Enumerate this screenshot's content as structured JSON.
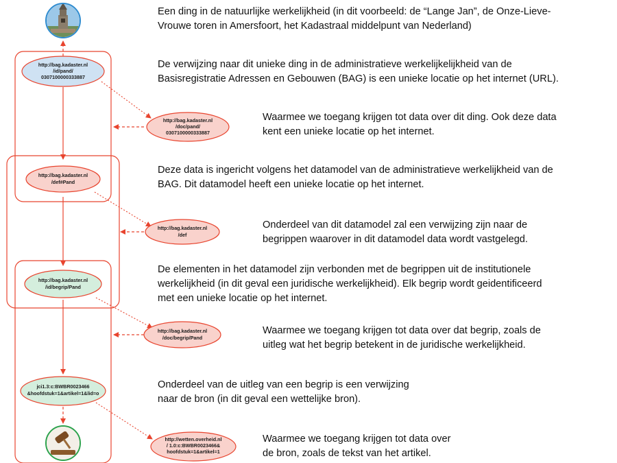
{
  "colors": {
    "line": "#e8442e",
    "node_blue": "#cfe2f3",
    "node_pink": "#f9d2cc",
    "node_green": "#d4eedd",
    "icon_top_ring": "#2e8bcf",
    "icon_bottom_ring": "#2ca24c"
  },
  "icons": {
    "top": "church-tower-icon",
    "bottom": "gavel-icon"
  },
  "nodes": {
    "id_pand": [
      "http://bag.kadaster.nl",
      "/id/pand/",
      "0307100000333887"
    ],
    "doc_pand": [
      "http://bag.kadaster.nl",
      "/doc/pand/",
      "0307100000333887"
    ],
    "def_pand": [
      "http://bag.kadaster.nl",
      "/def#Pand"
    ],
    "def": [
      "http://bag.kadaster.nl",
      "/def"
    ],
    "id_begrip_pand": [
      "http://bag.kadaster.nl",
      "/id/begrip/Pand"
    ],
    "doc_begrip_pand": [
      "http://bag.kadaster.nl",
      "/doc/begrip/Pand"
    ],
    "jci": [
      "jci1.3:c:BWBR0023466",
      "&hoofdstuk=1&artikel=1&lid=o"
    ],
    "wetten": [
      "http://wetten.overheid.nl",
      "/ 1.0:c:BWBR0023466&",
      "hoofdstuk=1&artikel=1"
    ]
  },
  "descriptions": [
    [
      "Een ding in de natuurlijke werkelijkheid (in dit voorbeeld: de “Lange Jan”, de Onze-Lieve-",
      "Vrouwe toren in Amersfoort, het Kadastraal middelpunt van Nederland)"
    ],
    [
      "De verwijzing naar dit unieke ding in de administratieve werkelijkelijkheid van de",
      "Basisregistratie Adressen en Gebouwen (BAG) is een unieke locatie op het internet (URL)."
    ],
    [
      "Waarmee we toegang krijgen tot data over dit ding. Ook deze data",
      "kent een unieke locatie op het internet."
    ],
    [
      "Deze data is ingericht volgens het datamodel van de administratieve werkelijkheid van de",
      "BAG. Dit datamodel heeft een unieke locatie op het internet."
    ],
    [
      "Onderdeel van dit datamodel zal een verwijzing zijn naar de",
      "begrippen waarover in dit datamodel data wordt vastgelegd."
    ],
    [
      "De elementen in het datamodel zijn verbonden met de begrippen uit de institutionele",
      "werkelijkheid (in dit geval een juridische werkelijkheid). Elk begrip wordt geidentificeerd",
      "met een unieke locatie op het internet."
    ],
    [
      "Waarmee we toegang krijgen tot data over dat begrip, zoals de",
      "uitleg wat het begrip betekent in de juridische werkelijkheid."
    ],
    [
      "Onderdeel van de uitleg van een begrip is een verwijzing",
      "naar de bron (in dit geval een wettelijke bron)."
    ],
    [
      "Waarmee we toegang krijgen tot data over",
      "de bron, zoals de tekst van het artikel."
    ]
  ]
}
